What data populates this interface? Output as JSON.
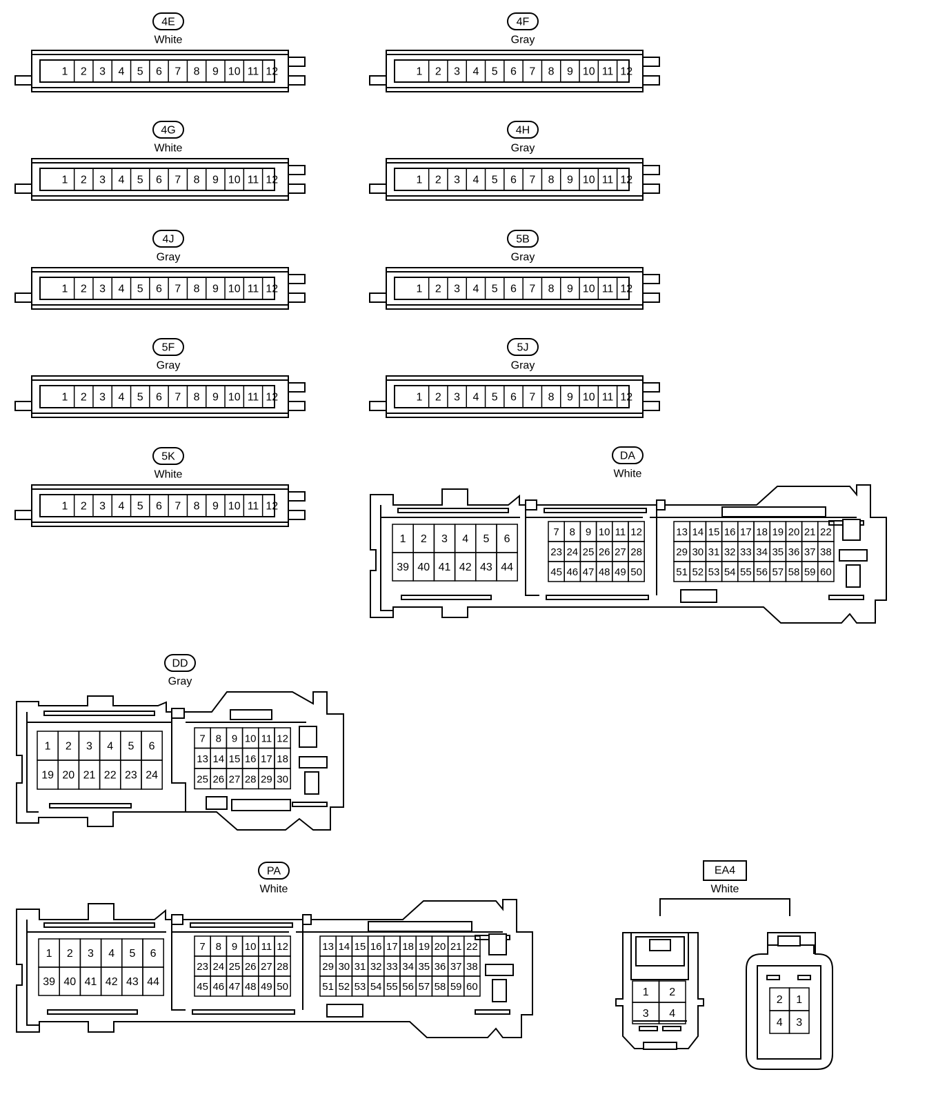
{
  "connectors_12pin": [
    {
      "code": "4E",
      "color": "White",
      "pins": [
        "1",
        "2",
        "3",
        "4",
        "5",
        "6",
        "7",
        "8",
        "9",
        "10",
        "11",
        "12"
      ]
    },
    {
      "code": "4F",
      "color": "Gray",
      "pins": [
        "1",
        "2",
        "3",
        "4",
        "5",
        "6",
        "7",
        "8",
        "9",
        "10",
        "11",
        "12"
      ]
    },
    {
      "code": "4G",
      "color": "White",
      "pins": [
        "1",
        "2",
        "3",
        "4",
        "5",
        "6",
        "7",
        "8",
        "9",
        "10",
        "11",
        "12"
      ]
    },
    {
      "code": "4H",
      "color": "Gray",
      "pins": [
        "1",
        "2",
        "3",
        "4",
        "5",
        "6",
        "7",
        "8",
        "9",
        "10",
        "11",
        "12"
      ]
    },
    {
      "code": "4J",
      "color": "Gray",
      "pins": [
        "1",
        "2",
        "3",
        "4",
        "5",
        "6",
        "7",
        "8",
        "9",
        "10",
        "11",
        "12"
      ]
    },
    {
      "code": "5B",
      "color": "Gray",
      "pins": [
        "1",
        "2",
        "3",
        "4",
        "5",
        "6",
        "7",
        "8",
        "9",
        "10",
        "11",
        "12"
      ]
    },
    {
      "code": "5F",
      "color": "Gray",
      "pins": [
        "1",
        "2",
        "3",
        "4",
        "5",
        "6",
        "7",
        "8",
        "9",
        "10",
        "11",
        "12"
      ]
    },
    {
      "code": "5J",
      "color": "Gray",
      "pins": [
        "1",
        "2",
        "3",
        "4",
        "5",
        "6",
        "7",
        "8",
        "9",
        "10",
        "11",
        "12"
      ]
    },
    {
      "code": "5K",
      "color": "White",
      "pins": [
        "1",
        "2",
        "3",
        "4",
        "5",
        "6",
        "7",
        "8",
        "9",
        "10",
        "11",
        "12"
      ]
    }
  ],
  "connector_da": {
    "code": "DA",
    "color": "White",
    "block1": [
      [
        "1",
        "2",
        "3",
        "4",
        "5",
        "6"
      ],
      [
        "39",
        "40",
        "41",
        "42",
        "43",
        "44"
      ]
    ],
    "block2": [
      [
        "7",
        "8",
        "9",
        "10",
        "11",
        "12"
      ],
      [
        "23",
        "24",
        "25",
        "26",
        "27",
        "28"
      ],
      [
        "45",
        "46",
        "47",
        "48",
        "49",
        "50"
      ]
    ],
    "block3": [
      [
        "13",
        "14",
        "15",
        "16",
        "17",
        "18",
        "19",
        "20",
        "21",
        "22"
      ],
      [
        "29",
        "30",
        "31",
        "32",
        "33",
        "34",
        "35",
        "36",
        "37",
        "38"
      ],
      [
        "51",
        "52",
        "53",
        "54",
        "55",
        "56",
        "57",
        "58",
        "59",
        "60"
      ]
    ]
  },
  "connector_dd": {
    "code": "DD",
    "color": "Gray",
    "block1": [
      [
        "1",
        "2",
        "3",
        "4",
        "5",
        "6"
      ],
      [
        "19",
        "20",
        "21",
        "22",
        "23",
        "24"
      ]
    ],
    "block2": [
      [
        "7",
        "8",
        "9",
        "10",
        "11",
        "12"
      ],
      [
        "13",
        "14",
        "15",
        "16",
        "17",
        "18"
      ],
      [
        "25",
        "26",
        "27",
        "28",
        "29",
        "30"
      ]
    ]
  },
  "connector_pa": {
    "code": "PA",
    "color": "White",
    "block1": [
      [
        "1",
        "2",
        "3",
        "4",
        "5",
        "6"
      ],
      [
        "39",
        "40",
        "41",
        "42",
        "43",
        "44"
      ]
    ],
    "block2": [
      [
        "7",
        "8",
        "9",
        "10",
        "11",
        "12"
      ],
      [
        "23",
        "24",
        "25",
        "26",
        "27",
        "28"
      ],
      [
        "45",
        "46",
        "47",
        "48",
        "49",
        "50"
      ]
    ],
    "block3": [
      [
        "13",
        "14",
        "15",
        "16",
        "17",
        "18",
        "19",
        "20",
        "21",
        "22"
      ],
      [
        "29",
        "30",
        "31",
        "32",
        "33",
        "34",
        "35",
        "36",
        "37",
        "38"
      ],
      [
        "51",
        "52",
        "53",
        "54",
        "55",
        "56",
        "57",
        "58",
        "59",
        "60"
      ]
    ]
  },
  "connector_ea4": {
    "code": "EA4",
    "color": "White",
    "left_pins": [
      [
        "1",
        "2"
      ],
      [
        "3",
        "4"
      ]
    ],
    "right_pins": [
      [
        "2",
        "1"
      ],
      [
        "4",
        "3"
      ]
    ]
  }
}
